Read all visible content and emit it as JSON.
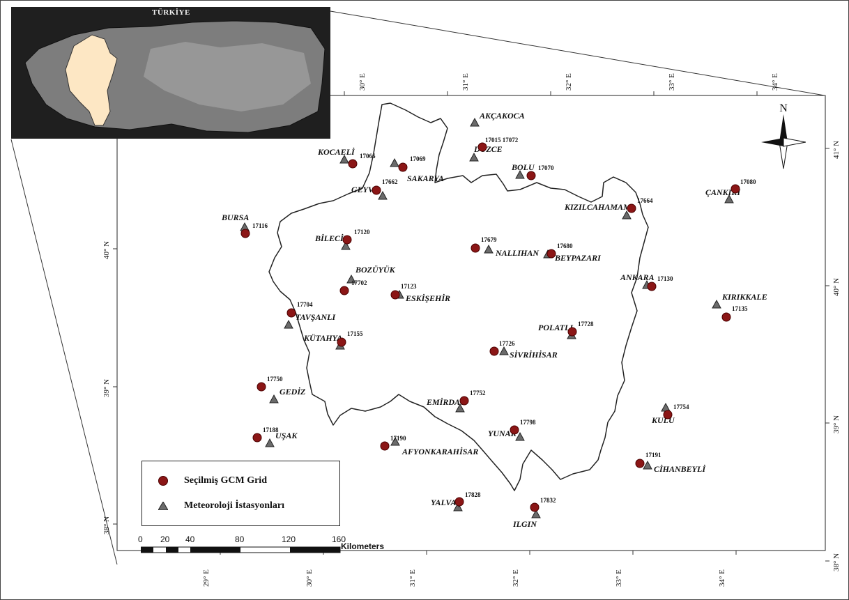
{
  "inset": {
    "title": "TÜRKİYE"
  },
  "north_arrow": {
    "label": "N"
  },
  "grid_labels": {
    "top": [
      "30° E",
      "31° E",
      "32° E",
      "33° E",
      "34° E"
    ],
    "bottom": [
      "29° E",
      "30° E",
      "31° E",
      "32° E",
      "33° E",
      "34° E"
    ],
    "left": [
      "40° N",
      "39° N",
      "38° N"
    ],
    "right": [
      "41° N",
      "40° N",
      "39° N",
      "38° N"
    ]
  },
  "stations": [
    {
      "name": "AKÇAKOCA"
    },
    {
      "name": "DÜZCE"
    },
    {
      "name": "KOCAELİ"
    },
    {
      "name": "SAKARYA"
    },
    {
      "name": "BOLU"
    },
    {
      "name": "GEYVE"
    },
    {
      "name": "KIZILCAHAMAM"
    },
    {
      "name": "ÇANKIRI"
    },
    {
      "name": "BURSA"
    },
    {
      "name": "BİLECİK"
    },
    {
      "name": "NALLIHAN"
    },
    {
      "name": "BEYPAZARI"
    },
    {
      "name": "BOZÜYÜK"
    },
    {
      "name": "ESKİŞEHİR"
    },
    {
      "name": "ANKARA"
    },
    {
      "name": "KIRIKKALE"
    },
    {
      "name": "TAVŞANLI"
    },
    {
      "name": "KÜTAHYA"
    },
    {
      "name": "POLATLI"
    },
    {
      "name": "SİVRİHİSAR"
    },
    {
      "name": "GEDİZ"
    },
    {
      "name": "EMİRDAĞ"
    },
    {
      "name": "KULU"
    },
    {
      "name": "UŞAK"
    },
    {
      "name": "YUNAK"
    },
    {
      "name": "AFYONKARAHİSAR"
    },
    {
      "name": "CİHANBEYLİ"
    },
    {
      "name": "YALVAÇ"
    },
    {
      "name": "ILGIN"
    }
  ],
  "grid_points": [
    {
      "code": "17015 17072"
    },
    {
      "code": "17069"
    },
    {
      "code": "17066"
    },
    {
      "code": "17070"
    },
    {
      "code": "17662"
    },
    {
      "code": "17664"
    },
    {
      "code": "17080"
    },
    {
      "code": "17116"
    },
    {
      "code": "17120"
    },
    {
      "code": "17679"
    },
    {
      "code": "17680"
    },
    {
      "code": "17702"
    },
    {
      "code": "17123"
    },
    {
      "code": "17130"
    },
    {
      "code": "17135"
    },
    {
      "code": "17704"
    },
    {
      "code": "17155"
    },
    {
      "code": "17728"
    },
    {
      "code": "17726"
    },
    {
      "code": "17750"
    },
    {
      "code": "17752"
    },
    {
      "code": "17754"
    },
    {
      "code": "17188"
    },
    {
      "code": "17798"
    },
    {
      "code": "17190"
    },
    {
      "code": "17191"
    },
    {
      "code": "17828"
    },
    {
      "code": "17832"
    }
  ],
  "legend": {
    "grid_label": "Seçilmiş GCM  Grid",
    "station_label": "Meteoroloji İstasyonları"
  },
  "scale": {
    "labels": [
      "0",
      "20",
      "40",
      "80",
      "120",
      "160"
    ],
    "unit": "Kilometers"
  },
  "colors": {
    "grid_point": "#8b1616",
    "station": "#6b6b6b",
    "region_fill": "#fde7c4"
  }
}
